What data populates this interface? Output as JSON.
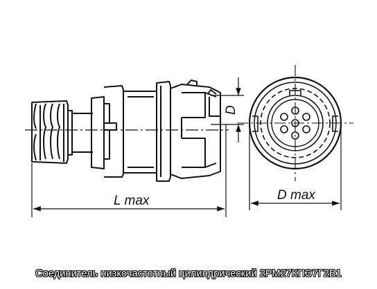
{
  "drawing": {
    "dimensions": {
      "length_label": "L max",
      "diameter_label": "D max",
      "small_diameter_label": "D"
    },
    "caption": "Соединитель низкочастотный цилиндрический 2РМ27КПЭ7Г2В1",
    "colors": {
      "line": "#111111",
      "background": "#ffffff",
      "caption_fill": "#ffffff",
      "caption_outline": "#000000"
    }
  }
}
